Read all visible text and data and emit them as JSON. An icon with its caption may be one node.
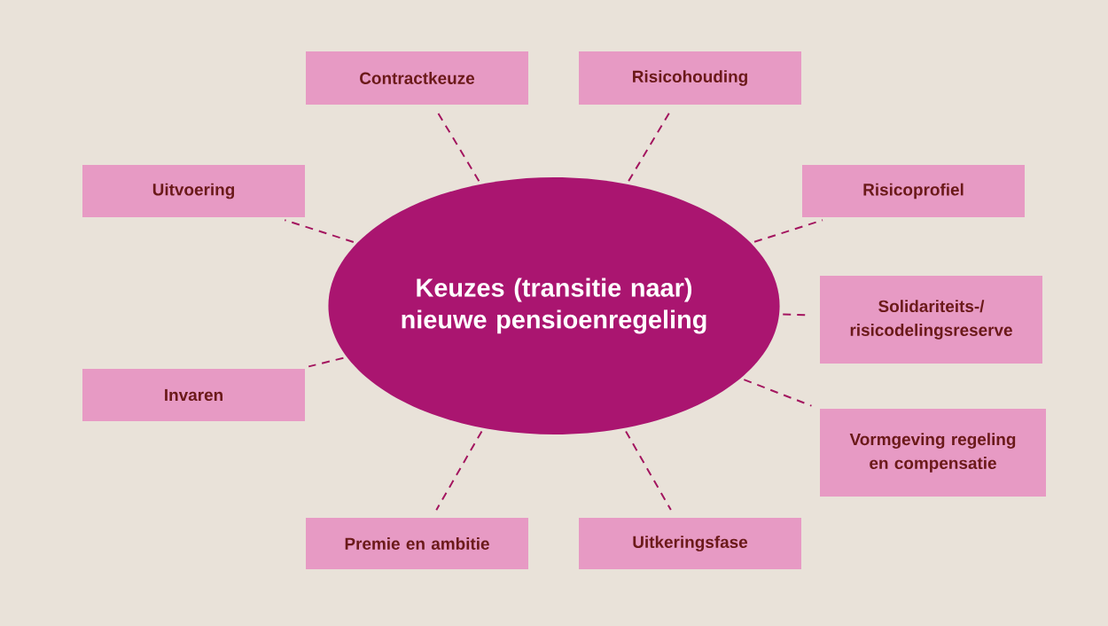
{
  "diagram": {
    "nodes": [
      {
        "text": [
          "Keuzes (transitie naar) nieuwe pensioenregeling"
        ]
      },
      {
        "text": [
          "Contractkeuze"
        ]
      },
      {
        "text": [
          "Risicohouding"
        ]
      },
      {
        "text": [
          "Uitvoering"
        ]
      },
      {
        "text": [
          "Risicoprofiel"
        ]
      },
      {
        "text": [
          "Solidariteits-/ risicodelingsreserve"
        ]
      },
      {
        "text": [
          "Invaren"
        ]
      },
      {
        "text": [
          "Vormgeving regeling en compensatie"
        ]
      },
      {
        "text": [
          "Premie en ambitie"
        ]
      },
      {
        "text": [
          "Uitkeringsfase"
        ]
      }
    ],
    "edges": [
      {
        "from": 0,
        "to": 1,
        "arrow": "none",
        "style": "dashed"
      },
      {
        "from": 0,
        "to": 2,
        "arrow": "none",
        "style": "dashed"
      },
      {
        "from": 0,
        "to": 3,
        "arrow": "none",
        "style": "dashed"
      },
      {
        "from": 0,
        "to": 4,
        "arrow": "none",
        "style": "dashed"
      },
      {
        "from": 0,
        "to": 5,
        "arrow": "none",
        "style": "dashed"
      },
      {
        "from": 0,
        "to": 6,
        "arrow": "none",
        "style": "dashed"
      },
      {
        "from": 0,
        "to": 7,
        "arrow": "none",
        "style": "dashed"
      },
      {
        "from": 0,
        "to": 8,
        "arrow": "none",
        "style": "dashed"
      },
      {
        "from": 0,
        "to": 9,
        "arrow": "none",
        "style": "dashed"
      }
    ]
  }
}
